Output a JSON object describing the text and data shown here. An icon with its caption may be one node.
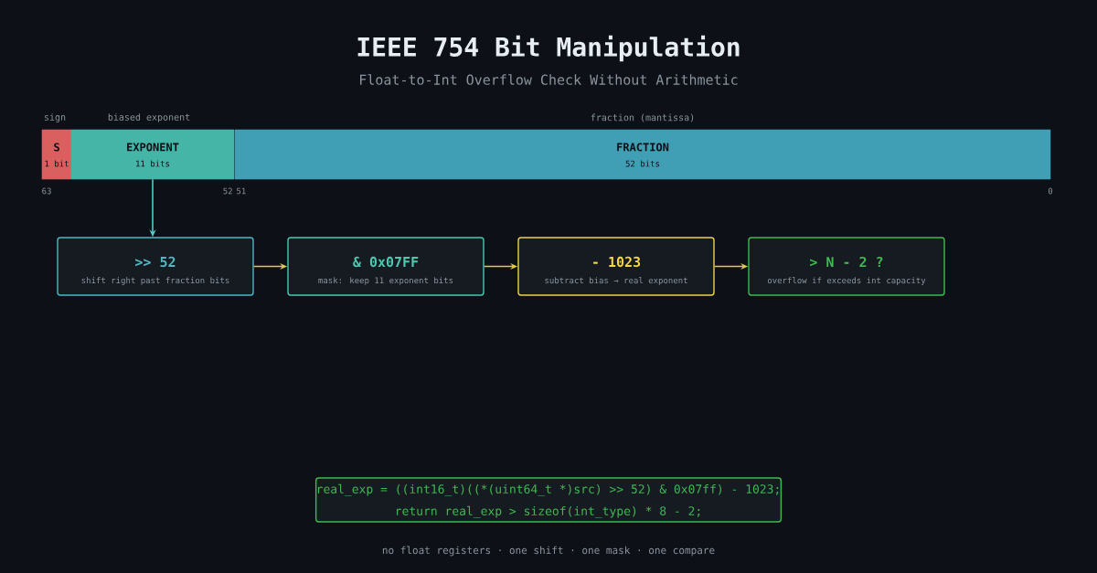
{
  "diagram": {
    "title": "IEEE 754 Bit Manipulation",
    "nodes": [
      {
        "text": [
          "S",
          "1 bit"
        ],
        "beside": [
          "sign"
        ]
      },
      {
        "text": [
          "EXPONENT",
          "11 bits"
        ],
        "beside": [
          "biased exponent"
        ]
      },
      {
        "text": [
          "FRACTION",
          "52 bits"
        ],
        "beside": [
          "fraction (mantissa)"
        ]
      },
      {
        "text": [
          ">> 52",
          "shift right past fraction bits"
        ]
      },
      {
        "text": [
          "& 0x07FF",
          "mask: keep 11 exponent bits"
        ]
      },
      {
        "text": [
          "- 1023",
          "subtract bias → real exponent"
        ]
      },
      {
        "text": [
          "> N - 2 ?",
          "overflow if exceeds int capacity"
        ]
      },
      {
        "text": [
          "real_exp = ((int16_t)((*(uint64_t *)src) >> 52) & 0x07ff) - 1023;",
          "return real_exp > sizeof(int_type) * 8 - 2;"
        ]
      }
    ],
    "edges": [
      {
        "from": 1,
        "to": 3,
        "arrow": "to",
        "color": "#4ecdc4"
      },
      {
        "from": 3,
        "to": 4,
        "arrow": "to"
      },
      {
        "from": 4,
        "to": 5,
        "arrow": "to"
      },
      {
        "from": 5,
        "to": 6,
        "arrow": "to"
      }
    ],
    "labels": [
      "Float-to-Int Overflow Check Without Arithmetic",
      "63",
      "52",
      "51",
      "0",
      "no float registers  ·  one shift  ·  one mask  ·  one compare"
    ]
  }
}
